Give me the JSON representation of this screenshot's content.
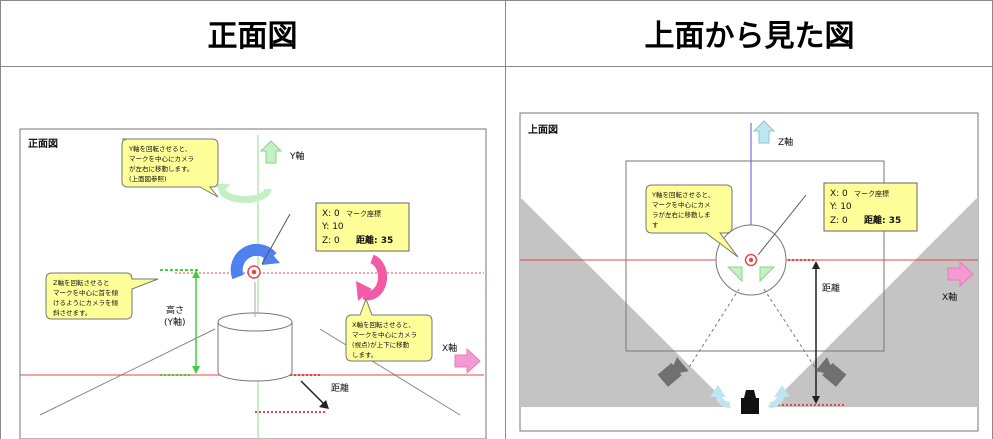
{
  "table": {
    "col_left_header": "正面図",
    "col_right_header": "上面から見た図"
  },
  "front": {
    "panel_title": "正面図",
    "callout_top": [
      "Y軸を回転させると、",
      "マークを中心にカメラ",
      "が左右に移動します。",
      "(上面図参照)"
    ],
    "callout_left": [
      "Z軸を回転させると",
      "マークを中心に首を傾",
      "けるようにカメラを傾",
      "斜させます。"
    ],
    "callout_right": [
      "X軸を回転させると、",
      "マークを中心にカメラ",
      "(視点)が上下に移動",
      "します。"
    ],
    "info": {
      "x": "X: 0",
      "y": "Y: 10",
      "z": "Z: 0",
      "mark_pos": "マーク座標",
      "distance": "距離: 35"
    },
    "height_label": [
      "高さ",
      "(Y軸)"
    ],
    "y_axis_label": "Y軸",
    "x_axis_label": "X軸",
    "distance_label": "距離"
  },
  "top": {
    "panel_title": "上面図",
    "callout": [
      "Y軸を回転させると、",
      "マークを中心にカメ",
      "ラが左右に移動しま",
      "す"
    ],
    "info": {
      "x": "X: 0",
      "y": "Y: 10",
      "z": "Z: 0",
      "mark_pos": "マーク座標",
      "distance": "距離: 35"
    },
    "z_axis_label": "Z軸",
    "x_axis_label": "X軸",
    "distance_label": "距離"
  },
  "colors": {
    "callout_fill": "#ffff99",
    "arrow_green": "#c4f0c4",
    "arrow_blue_fill": "#bfe6ef",
    "rotate_blue": "#4f82ee",
    "rotate_pink": "#f35aa6",
    "axis_pink": "#f59ad0",
    "dashed_red": "#e8454a",
    "camera_gray": "#707070"
  }
}
